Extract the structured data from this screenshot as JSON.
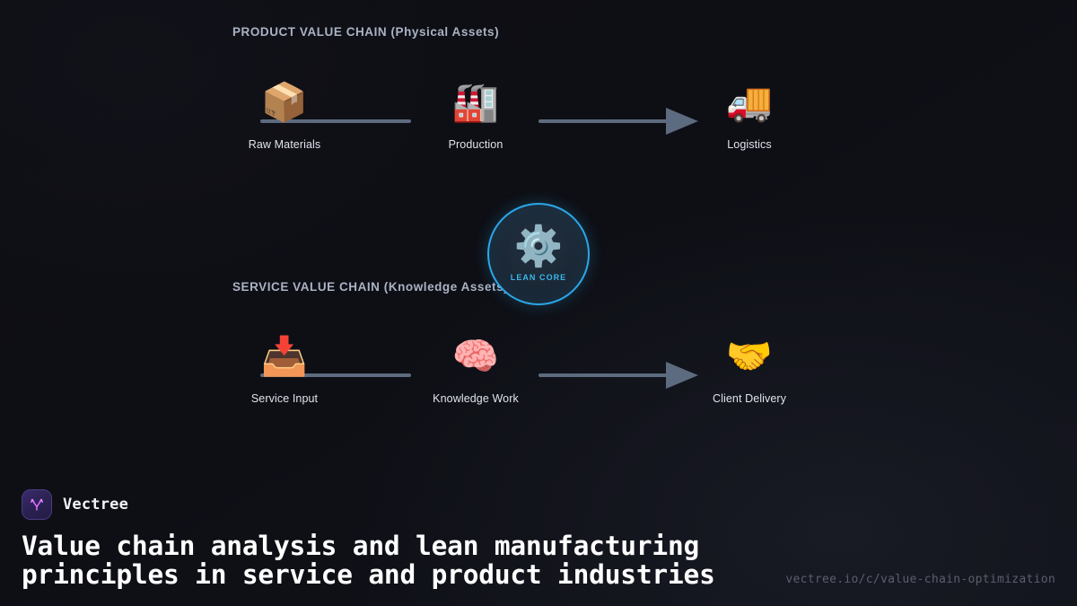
{
  "background": {
    "base_color": "#0e0f15",
    "accent_color": "#2aa8e8"
  },
  "product_chain": {
    "title": "PRODUCT VALUE CHAIN (Physical Assets)",
    "nodes": [
      {
        "icon": "package-icon",
        "glyph": "📦",
        "label": "Raw Materials"
      },
      {
        "icon": "factory-icon",
        "glyph": "🏭",
        "label": "Production"
      },
      {
        "icon": "delivery-truck-icon",
        "glyph": "🚚",
        "label": "Logistics"
      }
    ]
  },
  "service_chain": {
    "title": "SERVICE VALUE CHAIN (Knowledge Assets)",
    "nodes": [
      {
        "icon": "inbox-tray-icon",
        "glyph": "📥",
        "label": "Service Input"
      },
      {
        "icon": "brain-icon",
        "glyph": "🧠",
        "label": "Knowledge Work"
      },
      {
        "icon": "handshake-icon",
        "glyph": "🤝",
        "label": "Client Delivery"
      }
    ]
  },
  "lean_core": {
    "glyph": "⚙️",
    "icon": "gear-icon",
    "label": "LEAN CORE",
    "border_color": "#2aa8e8",
    "label_color": "#3bb6ec"
  },
  "footer": {
    "brand_name": "Vectree",
    "logo_icon": "vectree-logo-icon",
    "headline": "Value chain analysis and lean manufacturing principles in service and product industries",
    "url": "vectree.io/c/value-chain-optimization"
  }
}
